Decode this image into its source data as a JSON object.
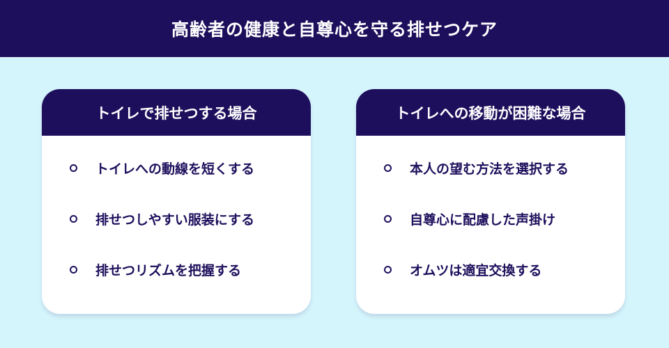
{
  "header": {
    "title": "高齢者の健康と自尊心を守る排せつケア"
  },
  "cards": [
    {
      "title": "トイレで排せつする場合",
      "items": [
        "トイレへの動線を短くする",
        "排せつしやすい服装にする",
        "排せつリズムを把握する"
      ]
    },
    {
      "title": "トイレへの移動が困難な場合",
      "items": [
        "本人の望む方法を選択する",
        "自尊心に配慮した声掛け",
        "オムツは適宜交換する"
      ]
    }
  ],
  "colors": {
    "navy": "#1e0f5c",
    "background": "#d5f5fc",
    "card": "#ffffff"
  }
}
